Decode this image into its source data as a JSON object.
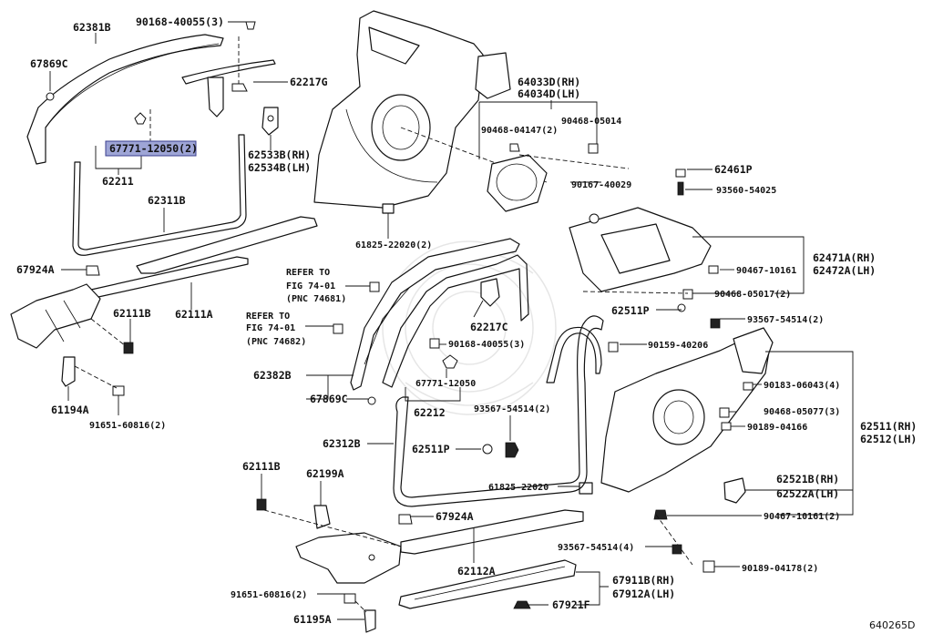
{
  "diagram_id": "640265D",
  "colors": {
    "highlight": "#9ea5d6",
    "ink": "#111111"
  },
  "labels": {
    "p62381B": "62381B",
    "p90168_top": "90168-40055(3)",
    "p67869C_top": "67869C",
    "p62217G": "62217G",
    "p67771_hl": "67771-12050(2)",
    "p62211": "62211",
    "p62533B": "62533B(RH)",
    "p62534B": "62534B(LH)",
    "p62311B": "62311B",
    "p64033D": "64033D(RH)",
    "p64034D": "64034D(LH)",
    "p90468_04147": "90468-04147(2)",
    "p90468_05014": "90468-05014",
    "p62461P": "62461P",
    "p93560": "93560-54025",
    "p90167": "90167-40029",
    "p61825_top": "61825-22020(2)",
    "p67924A_left": "67924A",
    "p62111A": "62111A",
    "p62111B_left": "62111B",
    "p61194A": "61194A",
    "p91651_left": "91651-60816(2)",
    "ref1_a": "REFER TO",
    "ref1_b": "FIG 74-01",
    "ref1_c": "(PNC 74681)",
    "ref2_a": "REFER TO",
    "ref2_b": "FIG 74-01",
    "ref2_c": "(PNC 74682)",
    "p62217C": "62217C",
    "p90168_mid": "90168-40055(3)",
    "p62382B": "62382B",
    "p67869C_mid": "67869C",
    "p67771_mid": "67771-12050",
    "p62212": "62212",
    "p93567_mid": "93567-54514(2)",
    "p62312B": "62312B",
    "p62511P_mid": "62511P",
    "p62471A": "62471A(RH)",
    "p62472A": "62472A(LH)",
    "p90467_top": "90467-10161",
    "p90468_05017": "90468-05017(2)",
    "p62511P_right": "62511P",
    "p93567_right": "93567-54514(2)",
    "p90159": "90159-40206",
    "p90183": "90183-06043(4)",
    "p90468_05077": "90468-05077(3)",
    "p90189_04166": "90189-04166",
    "p62511H": "62511(RH)",
    "p62512H": "62512(LH)",
    "p61825_mid": "61825-22020",
    "p62521B": "62521B(RH)",
    "p62522A": "62522A(LH)",
    "p90467_bot": "90467-10161(2)",
    "p62111B_bot": "62111B",
    "p62199A": "62199A",
    "p67924A_bot": "67924A",
    "p62112A": "62112A",
    "p93567_bot": "93567-54514(4)",
    "p90189_04178": "90189-04178(2)",
    "p91651_bot": "91651-60816(2)",
    "p67911B": "67911B(RH)",
    "p67912A": "67912A(LH)",
    "p61195A": "61195A",
    "p67921F": "67921F"
  }
}
